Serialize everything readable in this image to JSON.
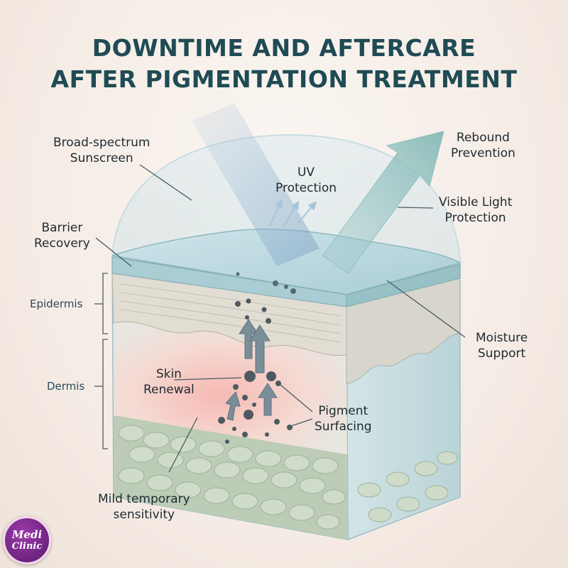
{
  "title": {
    "line1": "DOWNTIME AND AFTERCARE",
    "line2": "AFTER PIGMENTATION TREATMENT"
  },
  "labels": {
    "sunscreen": [
      "Broad-spectrum",
      "Sunscreen"
    ],
    "uv": [
      "UV",
      "Protection"
    ],
    "rebound": [
      "Rebound",
      "Prevention"
    ],
    "visible_light": [
      "Visible Light",
      "Protection"
    ],
    "barrier": [
      "Barrier",
      "Recovery"
    ],
    "epidermis": "Epidermis",
    "dermis": "Dermis",
    "moisture": [
      "Moisture",
      "Support"
    ],
    "renewal": [
      "Skin",
      "Renewal"
    ],
    "pigment": [
      "Pigment",
      "Surfacing"
    ],
    "sensitivity": [
      "Mild temporary",
      "sensitivity"
    ]
  },
  "logo": {
    "line1": "Medi",
    "line2": "Clinic"
  },
  "colors": {
    "title": "#1f4b55",
    "epidermis": "#e4e0d8",
    "dermis": "#f3d5d0",
    "base": "#b9cdb8",
    "beam": "#8fb9c8",
    "pigment": "#4d5a60"
  }
}
